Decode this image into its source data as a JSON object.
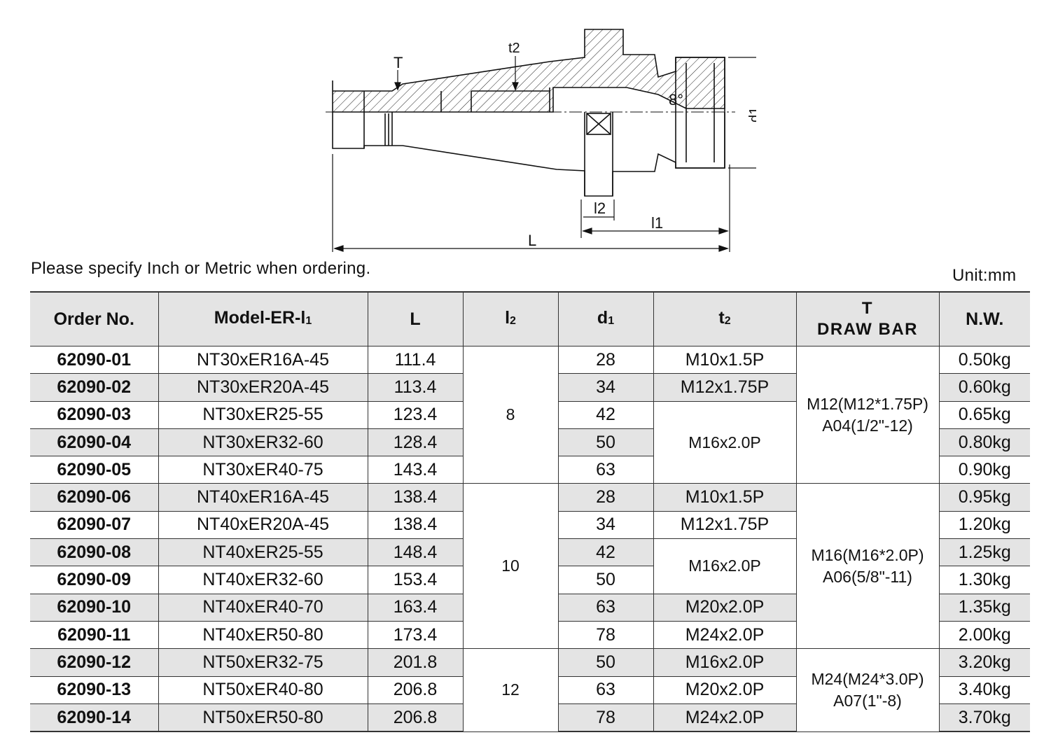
{
  "drawing": {
    "labels": {
      "T": "T",
      "t2": "t2",
      "angle": "8°",
      "d1": "d1",
      "l2": "l2",
      "l1": "l1",
      "L": "L"
    }
  },
  "note": "Please specify Inch or Metric when ordering.",
  "unit": "Unit:mm",
  "table": {
    "headers": {
      "order_no": "Order No.",
      "model_main": "Model-ER-l",
      "model_sub": "1",
      "L": "L",
      "l2_main": "l",
      "l2_sub": "2",
      "d1_main": "d",
      "d1_sub": "1",
      "t2_main": "t",
      "t2_sub": "2",
      "T_line1": "T",
      "T_line2": "DRAW BAR",
      "nw": "N.W."
    },
    "rows": [
      {
        "order": "62090-01",
        "model": "NT30xER16A-45",
        "L": "111.4",
        "d1": "28",
        "t2": "M10x1.5P",
        "nw": "0.50kg"
      },
      {
        "order": "62090-02",
        "model": "NT30xER20A-45",
        "L": "113.4",
        "d1": "34",
        "t2": "M12x1.75P",
        "nw": "0.60kg"
      },
      {
        "order": "62090-03",
        "model": "NT30xER25-55",
        "L": "123.4",
        "d1": "42",
        "t2": "M16x2.0P",
        "nw": "0.65kg"
      },
      {
        "order": "62090-04",
        "model": "NT30xER32-60",
        "L": "128.4",
        "d1": "50",
        "nw": "0.80kg"
      },
      {
        "order": "62090-05",
        "model": "NT30xER40-75",
        "L": "143.4",
        "d1": "63",
        "nw": "0.90kg"
      },
      {
        "order": "62090-06",
        "model": "NT40xER16A-45",
        "L": "138.4",
        "d1": "28",
        "t2": "M10x1.5P",
        "nw": "0.95kg"
      },
      {
        "order": "62090-07",
        "model": "NT40xER20A-45",
        "L": "138.4",
        "d1": "34",
        "t2": "M12x1.75P",
        "nw": "1.20kg"
      },
      {
        "order": "62090-08",
        "model": "NT40xER25-55",
        "L": "148.4",
        "d1": "42",
        "t2": "M16x2.0P",
        "nw": "1.25kg"
      },
      {
        "order": "62090-09",
        "model": "NT40xER32-60",
        "L": "153.4",
        "d1": "50",
        "nw": "1.30kg"
      },
      {
        "order": "62090-10",
        "model": "NT40xER40-70",
        "L": "163.4",
        "d1": "63",
        "t2": "M20x2.0P",
        "nw": "1.35kg"
      },
      {
        "order": "62090-11",
        "model": "NT40xER50-80",
        "L": "173.4",
        "d1": "78",
        "t2": "M24x2.0P",
        "nw": "2.00kg"
      },
      {
        "order": "62090-12",
        "model": "NT50xER32-75",
        "L": "201.8",
        "d1": "50",
        "t2": "M16x2.0P",
        "nw": "3.20kg"
      },
      {
        "order": "62090-13",
        "model": "NT50xER40-80",
        "L": "206.8",
        "d1": "63",
        "t2": "M20x2.0P",
        "nw": "3.40kg"
      },
      {
        "order": "62090-14",
        "model": "NT50xER50-80",
        "L": "206.8",
        "d1": "78",
        "t2": "M24x2.0P",
        "nw": "3.70kg"
      }
    ],
    "l2_groups": [
      "8",
      "10",
      "12"
    ],
    "drawbar_groups": [
      {
        "line1": "M12(M12*1.75P)",
        "line2": "A04(1/2\"-12)"
      },
      {
        "line1": "M16(M16*2.0P)",
        "line2": "A06(5/8\"-11)"
      },
      {
        "line1": "M24(M24*3.0P)",
        "line2": "A07(1\"-8)"
      }
    ]
  }
}
